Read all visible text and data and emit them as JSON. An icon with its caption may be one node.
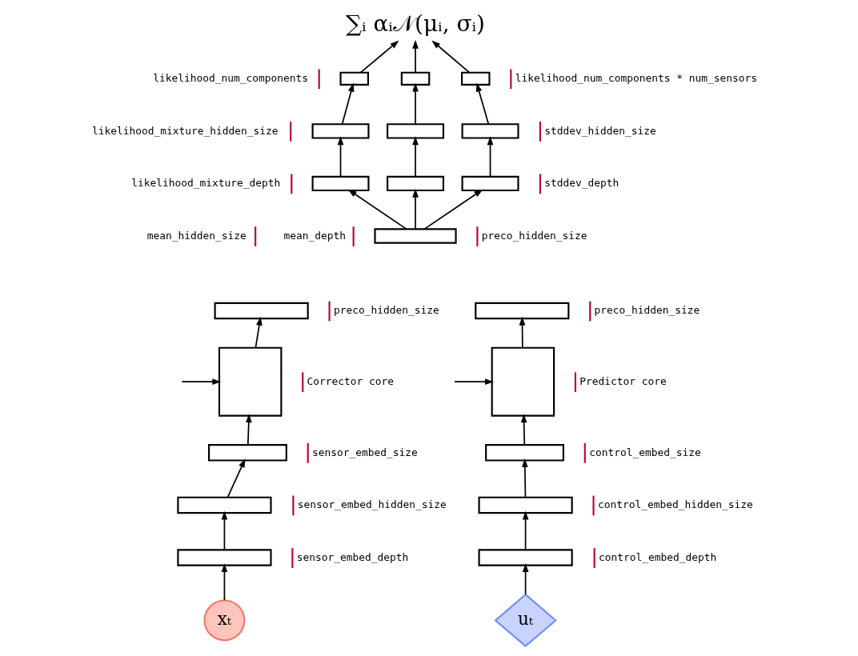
{
  "diagram": {
    "nodes": [
      {
        "text": [
          "∑ᵢ αᵢ𝒩(μᵢ, σᵢ)"
        ]
      },
      {
        "text": [],
        "shape": "box"
      },
      {
        "text": [],
        "shape": "box"
      },
      {
        "text": [],
        "shape": "box"
      },
      {
        "text": [],
        "shape": "box"
      },
      {
        "text": [],
        "shape": "box"
      },
      {
        "text": [],
        "shape": "box"
      },
      {
        "text": [],
        "shape": "box"
      },
      {
        "text": [],
        "shape": "box"
      },
      {
        "text": [],
        "shape": "box"
      },
      {
        "text": [],
        "shape": "box"
      },
      {
        "text": [],
        "shape": "box"
      },
      {
        "text": [],
        "shape": "box"
      },
      {
        "text": [],
        "shape": "box"
      },
      {
        "text": [],
        "shape": "box"
      },
      {
        "text": [],
        "shape": "box"
      },
      {
        "text": [
          "xₜ"
        ]
      },
      {
        "text": [],
        "shape": "box"
      },
      {
        "text": [],
        "shape": "box"
      },
      {
        "text": [],
        "shape": "box"
      },
      {
        "text": [],
        "shape": "box"
      },
      {
        "text": [],
        "shape": "box"
      },
      {
        "text": [
          "uₜ"
        ]
      }
    ],
    "edges": [
      {
        "from": 1,
        "to": 0,
        "arrow": "to"
      },
      {
        "from": 2,
        "to": 0,
        "arrow": "to"
      },
      {
        "from": 3,
        "to": 0,
        "arrow": "to"
      },
      {
        "from": 4,
        "to": 1,
        "arrow": "to"
      },
      {
        "from": 5,
        "to": 2,
        "arrow": "to"
      },
      {
        "from": 6,
        "to": 3,
        "arrow": "to"
      },
      {
        "from": 7,
        "to": 4,
        "arrow": "to"
      },
      {
        "from": 8,
        "to": 5,
        "arrow": "to"
      },
      {
        "from": 9,
        "to": 6,
        "arrow": "to"
      },
      {
        "from": 10,
        "to": 7,
        "arrow": "to"
      },
      {
        "from": 10,
        "to": 8,
        "arrow": "to"
      },
      {
        "from": 10,
        "to": 9,
        "arrow": "to"
      },
      {
        "from": 16,
        "to": 15,
        "arrow": "to"
      },
      {
        "from": 15,
        "to": 14,
        "arrow": "to"
      },
      {
        "from": 14,
        "to": 13,
        "arrow": "to"
      },
      {
        "from": 13,
        "to": 12,
        "arrow": "to"
      },
      {
        "from": 12,
        "to": 11,
        "arrow": "to"
      },
      {
        "from": null,
        "to": 12,
        "arrow": "to"
      },
      {
        "from": 22,
        "to": 21,
        "arrow": "to"
      },
      {
        "from": 21,
        "to": 20,
        "arrow": "to"
      },
      {
        "from": 20,
        "to": 19,
        "arrow": "to"
      },
      {
        "from": 19,
        "to": 18,
        "arrow": "to"
      },
      {
        "from": 18,
        "to": 17,
        "arrow": "to"
      },
      {
        "from": null,
        "to": 18,
        "arrow": "to"
      }
    ],
    "labels": [
      "likelihood_num_components",
      "likelihood_num_components * num_sensors",
      "likelihood_mixture_hidden_size",
      "likelihood_mixture_depth",
      "stddev_hidden_size",
      "stddev_depth",
      "mean_hidden_size",
      "mean_depth",
      "preco_hidden_size",
      "preco_hidden_size",
      "Corrector core",
      "sensor_embed_size",
      "sensor_embed_hidden_size",
      "sensor_embed_depth",
      "preco_hidden_size",
      "Predictor core",
      "control_embed_size",
      "control_embed_hidden_size",
      "control_embed_depth"
    ]
  }
}
